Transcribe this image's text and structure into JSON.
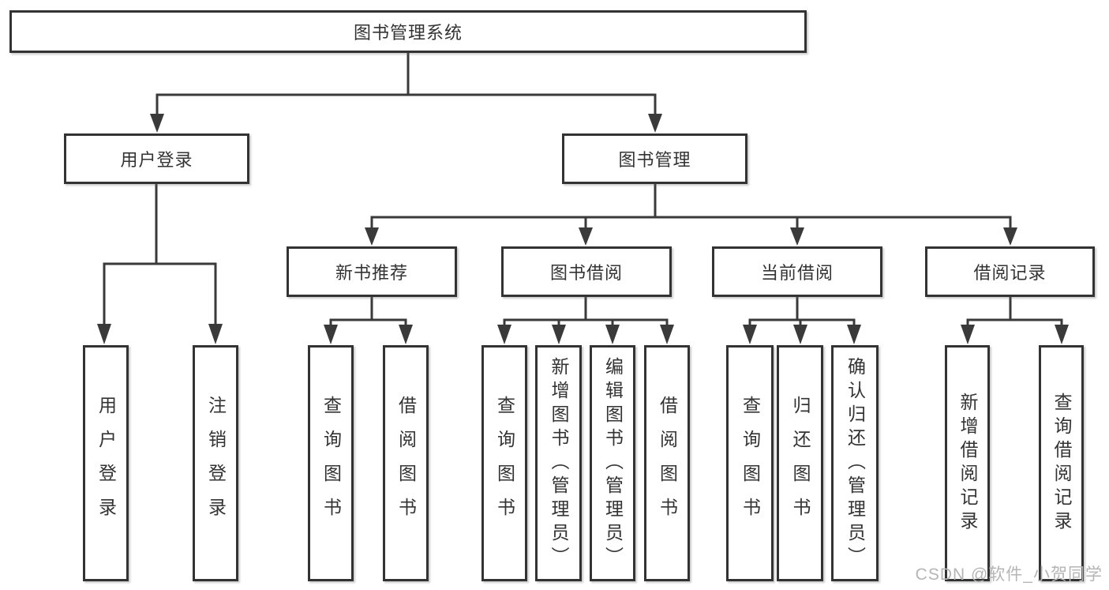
{
  "diagram": {
    "title": "图书管理系统",
    "branches": [
      {
        "label": "用户登录",
        "children": [
          {
            "label": "用户登录"
          },
          {
            "label": "注销登录"
          }
        ]
      },
      {
        "label": "图书管理",
        "sections": [
          {
            "label": "新书推荐",
            "children": [
              {
                "label": "查询图书"
              },
              {
                "label": "借阅图书"
              }
            ]
          },
          {
            "label": "图书借阅",
            "children": [
              {
                "label": "查询图书"
              },
              {
                "label": "新增图书（管理员）"
              },
              {
                "label": "编辑图书（管理员）"
              },
              {
                "label": "借阅图书"
              }
            ]
          },
          {
            "label": "当前借阅",
            "children": [
              {
                "label": "查询图书"
              },
              {
                "label": "归还图书"
              },
              {
                "label": "确认归还（管理员）"
              }
            ]
          },
          {
            "label": "借阅记录",
            "children": [
              {
                "label": "新增借阅记录"
              },
              {
                "label": "查询借阅记录"
              }
            ]
          }
        ]
      }
    ]
  },
  "watermark": {
    "text": "CSDN @软件_小贺同学"
  },
  "colors": {
    "line": "#3a3a3a",
    "box_border": "#333333",
    "text": "#333333",
    "watermark": "#b5b5b5",
    "background": "#ffffff"
  }
}
